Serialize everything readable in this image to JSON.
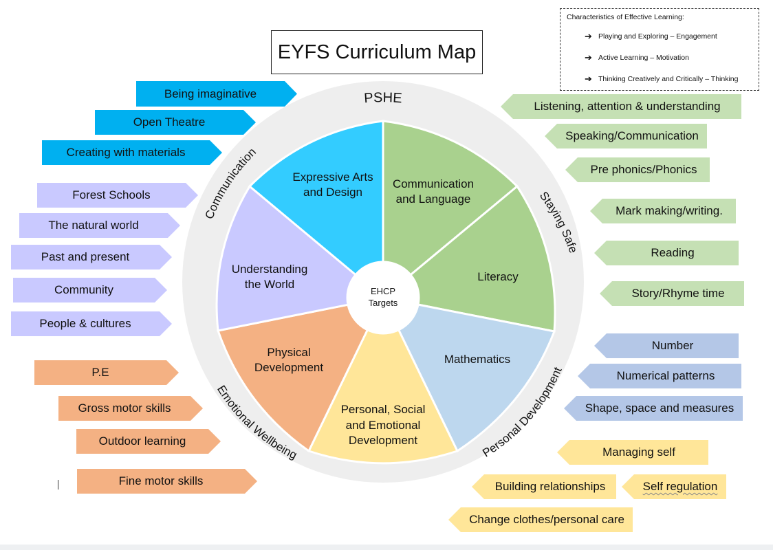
{
  "title": "EYFS Curriculum Map",
  "legend": {
    "title": "Characteristics of Effective Learning:",
    "items": [
      "Playing and Exploring – Engagement",
      "Active Learning – Motivation",
      "Thinking Creatively and Critically – Thinking"
    ]
  },
  "ring_labels": {
    "top": "PSHE",
    "left": "Communication",
    "right": "Staying Safe",
    "bottom_left": "Emotional Wellbeing",
    "bottom_right": "Personal Development"
  },
  "center": {
    "line1": "EHCP",
    "line2": "Targets"
  },
  "segments": [
    {
      "id": "comm",
      "line1": "Communication",
      "line2": "and Language",
      "color": "#a9d18e"
    },
    {
      "id": "lit",
      "line1": "Literacy",
      "line2": "",
      "color": "#a9d18e"
    },
    {
      "id": "math",
      "line1": "Mathematics",
      "line2": "",
      "color": "#bdd7ee"
    },
    {
      "id": "psed",
      "line1": "Personal, Social",
      "line2": "and Emotional",
      "line3": "Development",
      "color": "#ffe699"
    },
    {
      "id": "phys",
      "line1": "Physical",
      "line2": "Development",
      "color": "#f4b183"
    },
    {
      "id": "world",
      "line1": "Understanding",
      "line2": "the World",
      "color": "#c9c9ff"
    },
    {
      "id": "ead",
      "line1": "Expressive Arts",
      "line2": "and Design",
      "color": "#33ccff"
    }
  ],
  "colors": {
    "blue": "#00b0f0",
    "lavender": "#c9c9ff",
    "orange": "#f4b183",
    "green": "#c5e0b4",
    "steel": "#b4c7e7",
    "yellow": "#ffe699",
    "ring": "#eeeeee"
  },
  "arrows_left": {
    "ead": [
      "Being imaginative",
      "Open Theatre",
      "Creating with materials"
    ],
    "world": [
      "Forest Schools",
      "The natural world",
      "Past and present",
      "Community",
      "People & cultures"
    ],
    "phys": [
      "P.E",
      "Gross motor skills",
      "Outdoor learning",
      "Fine motor skills"
    ]
  },
  "arrows_right": {
    "comm": [
      "Listening, attention & understanding",
      "Speaking/Communication",
      "Pre phonics/Phonics"
    ],
    "lit": [
      "Mark making/writing.",
      "Reading",
      "Story/Rhyme time"
    ],
    "math": [
      "Number",
      "Numerical patterns",
      "Shape, space and measures"
    ],
    "psed": [
      "Managing self",
      "Building relationships",
      "Self regulation",
      "Change clothes/personal care"
    ]
  }
}
